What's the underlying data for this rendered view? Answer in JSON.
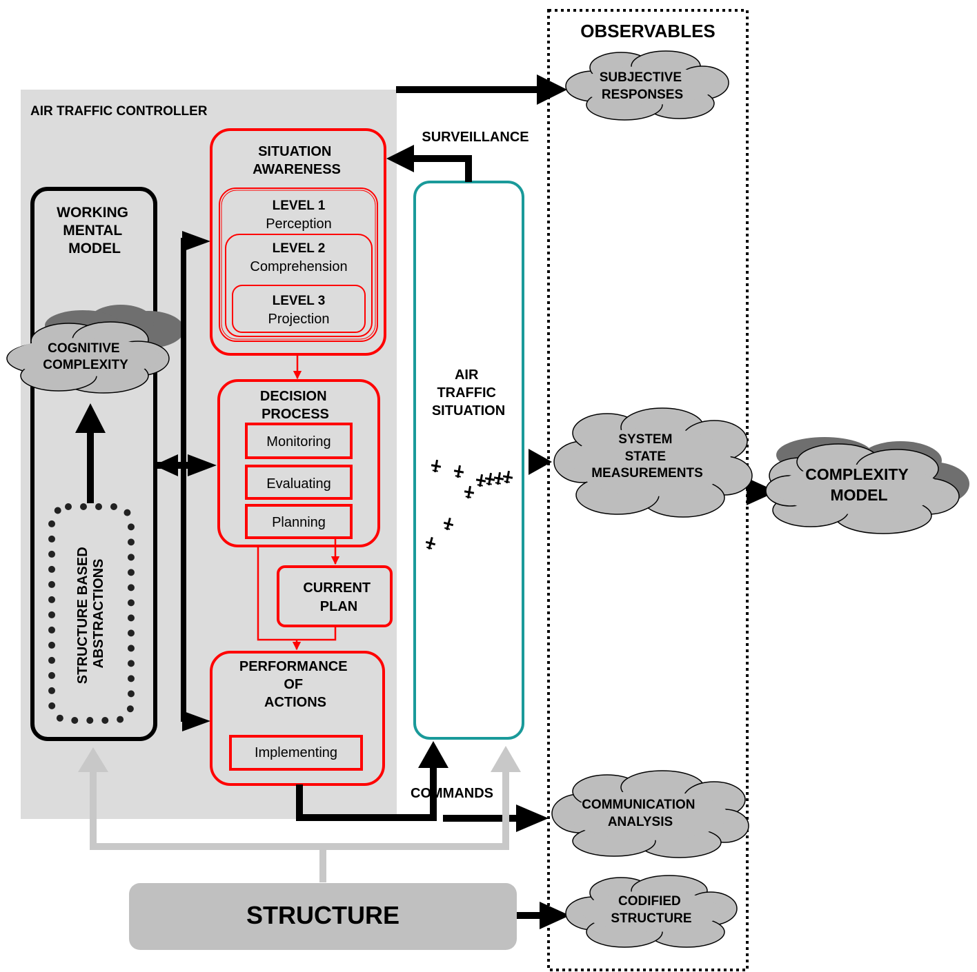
{
  "observables_title": "OBSERVABLES",
  "controller_title": "AIR TRAFFIC CONTROLLER",
  "working_mental_model": [
    "WORKING",
    "MENTAL",
    "MODEL"
  ],
  "cognitive_complexity": [
    "COGNITIVE",
    "COMPLEXITY"
  ],
  "structure_based_abstractions": [
    "STRUCTURE BASED",
    "ABSTRACTIONS"
  ],
  "situation_awareness": {
    "title": [
      "SITUATION",
      "AWARENESS"
    ],
    "level1": {
      "title": "LEVEL 1",
      "label": "Perception"
    },
    "level2": {
      "title": "LEVEL 2",
      "label": "Comprehension"
    },
    "level3": {
      "title": "LEVEL 3",
      "label": "Projection"
    }
  },
  "decision_process": {
    "title": [
      "DECISION",
      "PROCESS"
    ],
    "items": [
      "Monitoring",
      "Evaluating",
      "Planning"
    ]
  },
  "current_plan": [
    "CURRENT",
    "PLAN"
  ],
  "performance_of_actions": {
    "title": [
      "PERFORMANCE",
      "OF",
      "ACTIONS"
    ],
    "item": "Implementing"
  },
  "air_traffic_situation": [
    "AIR",
    "TRAFFIC",
    "SITUATION"
  ],
  "surveillance": "SURVEILLANCE",
  "commands": "COMMANDS",
  "structure": "STRUCTURE",
  "clouds": {
    "subjective_responses": [
      "SUBJECTIVE",
      "RESPONSES"
    ],
    "system_state_measurements": [
      "SYSTEM",
      "STATE",
      "MEASUREMENTS"
    ],
    "complexity_model": [
      "COMPLEXITY",
      "MODEL"
    ],
    "communication_analysis": [
      "COMMUNICATION",
      "ANALYSIS"
    ],
    "codified_structure": [
      "CODIFIED",
      "STRUCTURE"
    ]
  },
  "colors": {
    "controller_bg": "#dcdcdc",
    "red": "#ff0000",
    "teal": "#1a9a9a",
    "cloud": "#bdbdbd",
    "structure_gray": "#c0c0c0",
    "light_arrow": "#c8c8c8"
  }
}
